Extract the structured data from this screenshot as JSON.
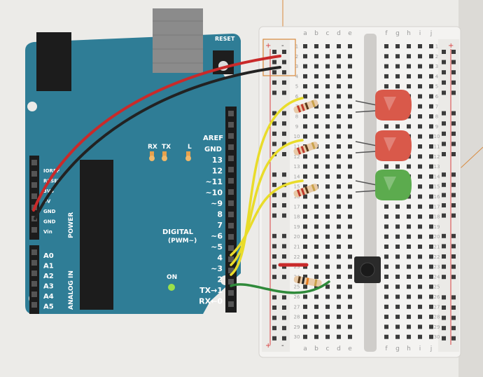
{
  "board": {
    "reset_label": "RESET",
    "aref_label": "AREF",
    "gnd_label": "GND",
    "digital_pins": [
      "13",
      "12",
      "~11",
      "~10",
      "~9",
      "8",
      "7",
      "~6",
      "~5",
      "4",
      "~3",
      "2",
      "TX→1",
      "RX←0"
    ],
    "digital_title": "DIGITAL",
    "pwm_label": "(PWM~)",
    "led_labels": [
      "RX",
      "TX",
      "L"
    ],
    "on_label": "ON",
    "power_title": "POWER",
    "power_pins": [
      "IOREF",
      "RESET",
      "3V3",
      "5V",
      "GND",
      "GND",
      "Vin"
    ],
    "analog_title": "ANALOG IN",
    "analog_pins": [
      "A0",
      "A1",
      "A2",
      "A3",
      "A4",
      "A5"
    ]
  },
  "breadboard": {
    "columns_left": [
      "a",
      "b",
      "c",
      "d",
      "e"
    ],
    "columns_right": [
      "f",
      "g",
      "h",
      "i",
      "j"
    ],
    "rows": 30,
    "rail_plus": "+",
    "rail_minus": "-"
  },
  "leds": [
    {
      "color": "#d9594a"
    },
    {
      "color": "#d9594a"
    },
    {
      "color": "#5cab4e"
    }
  ],
  "colors": {
    "board": "#2f7d96",
    "wire_red": "#c92a2a",
    "wire_black": "#222222",
    "wire_yellow": "#e9dc2a",
    "wire_green": "#2f8a3a"
  }
}
